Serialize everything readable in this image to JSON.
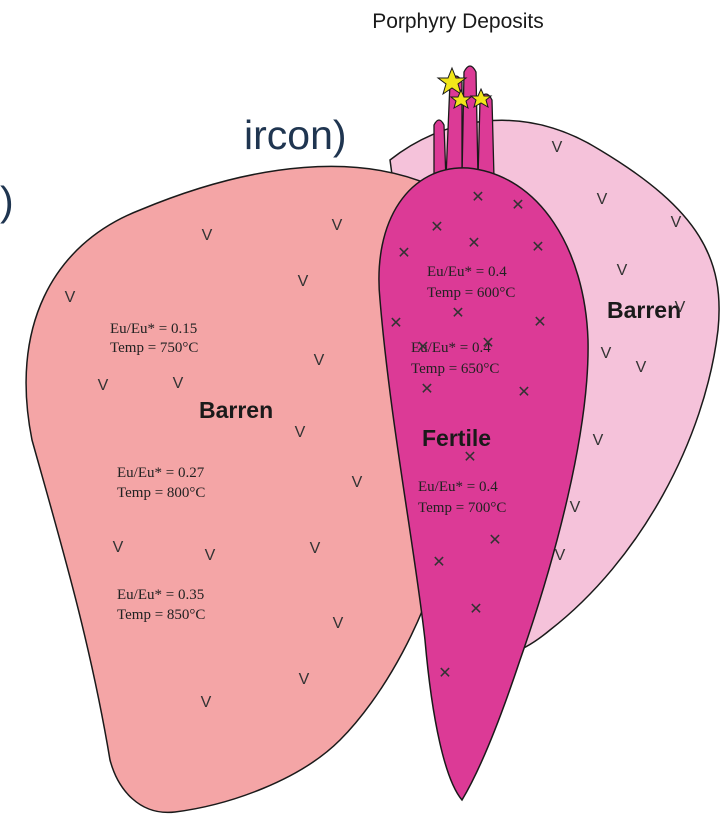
{
  "title_fragments": [
    "ircon)",
    ")"
  ],
  "header_label": "Porphyry Deposits",
  "bodies": {
    "left": {
      "label": "Barren",
      "color": "#f4a5a6"
    },
    "right": {
      "label": "Barren",
      "color": "#f5c2da"
    },
    "center": {
      "label": "Fertile",
      "color": "#dc3a96"
    }
  },
  "annotations": {
    "left": [
      {
        "eu": "Eu/Eu* = 0.15",
        "temp": "Temp = 750°C"
      },
      {
        "eu": "Eu/Eu* = 0.27",
        "temp": "Temp = 800°C"
      },
      {
        "eu": "Eu/Eu* = 0.35",
        "temp": "Temp = 850°C"
      }
    ],
    "center": [
      {
        "eu": "Eu/Eu* = 0.4",
        "temp": "Temp = 600°C"
      },
      {
        "eu": "Eu/Eu* = 0.4",
        "temp": "Temp = 650°C"
      },
      {
        "eu": "Eu/Eu* = 0.4",
        "temp": "Temp = 700°C"
      }
    ]
  },
  "symbols": {
    "volcanic": "V",
    "cross": "✕"
  },
  "colors": {
    "text": "#1f3550",
    "star": "#f2e61a",
    "outline": "#1a1a1a"
  }
}
